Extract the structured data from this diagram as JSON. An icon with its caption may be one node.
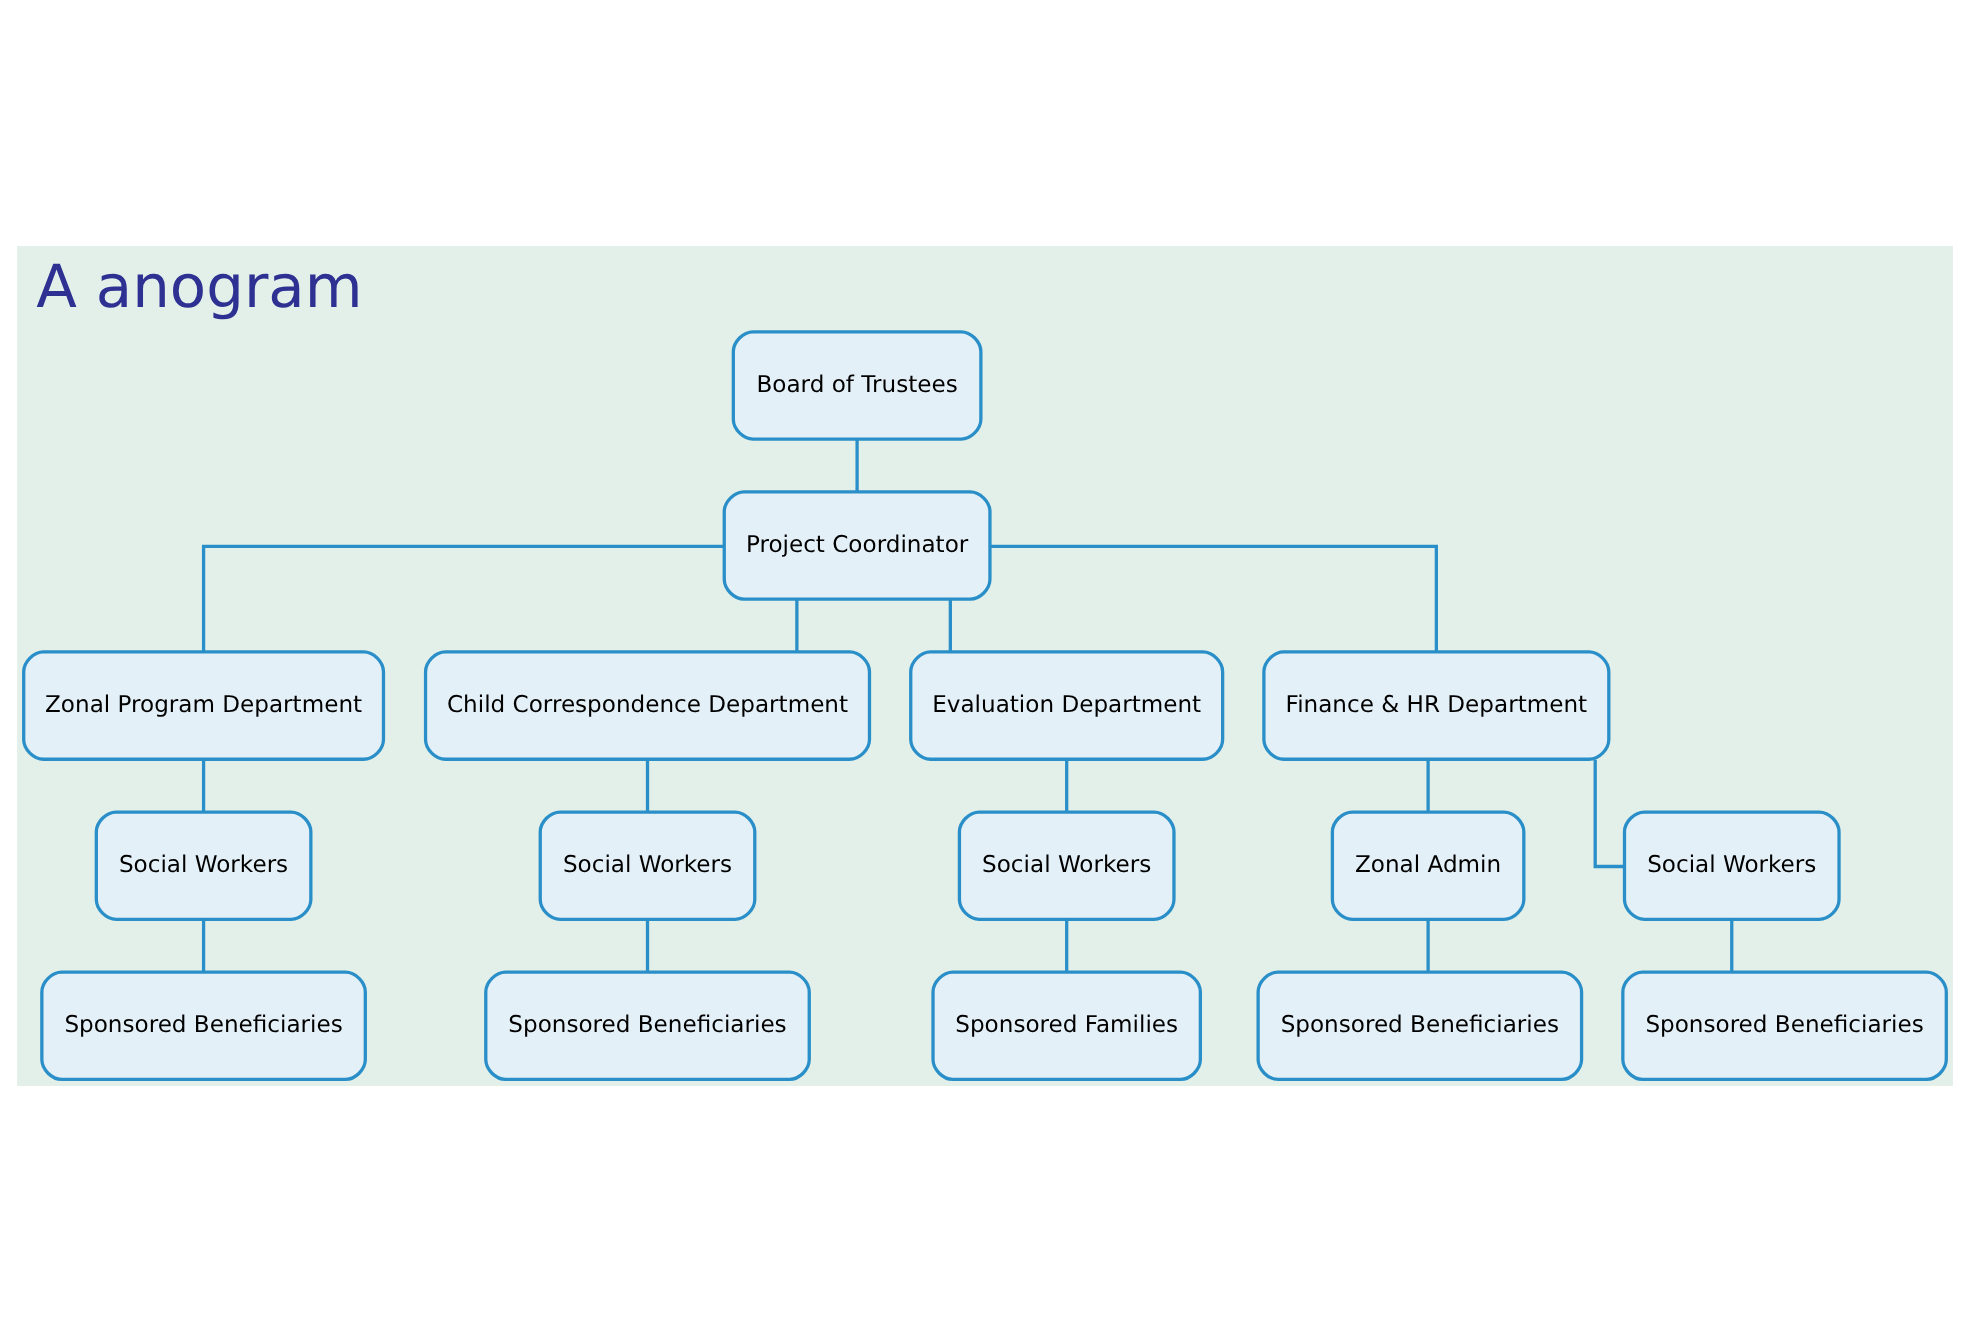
{
  "diagram": {
    "title": "A anogram",
    "nodes": [
      {
        "text": [
          "Board of Trustees"
        ]
      },
      {
        "text": [
          "Project Coordinator"
        ]
      },
      {
        "text": [
          "Zonal Program Department"
        ]
      },
      {
        "text": [
          "Child Correspondence Department"
        ]
      },
      {
        "text": [
          "Evaluation Department"
        ]
      },
      {
        "text": [
          "Finance & HR Department"
        ]
      },
      {
        "text": [
          "Social Workers"
        ]
      },
      {
        "text": [
          "Social Workers"
        ]
      },
      {
        "text": [
          "Social Workers"
        ]
      },
      {
        "text": [
          "Zonal Admin"
        ]
      },
      {
        "text": [
          "Social Workers"
        ]
      },
      {
        "text": [
          "Sponsored Beneficiaries"
        ]
      },
      {
        "text": [
          "Sponsored Beneficiaries"
        ]
      },
      {
        "text": [
          "Sponsored Families"
        ]
      },
      {
        "text": [
          "Sponsored Beneficiaries"
        ]
      },
      {
        "text": [
          "Sponsored Beneficiaries"
        ]
      }
    ],
    "edges": [
      {
        "from": 0,
        "to": 1,
        "arrow": "none"
      },
      {
        "from": 1,
        "to": 2,
        "arrow": "none"
      },
      {
        "from": 1,
        "to": 3,
        "arrow": "none"
      },
      {
        "from": 1,
        "to": 4,
        "arrow": "none"
      },
      {
        "from": 1,
        "to": 5,
        "arrow": "none"
      },
      {
        "from": 2,
        "to": 6,
        "arrow": "none"
      },
      {
        "from": 3,
        "to": 7,
        "arrow": "none"
      },
      {
        "from": 4,
        "to": 8,
        "arrow": "none"
      },
      {
        "from": 5,
        "to": 9,
        "arrow": "none"
      },
      {
        "from": 5,
        "to": 10,
        "arrow": "none"
      },
      {
        "from": 6,
        "to": 11,
        "arrow": "none"
      },
      {
        "from": 7,
        "to": 12,
        "arrow": "none"
      },
      {
        "from": 8,
        "to": 13,
        "arrow": "none"
      },
      {
        "from": 9,
        "to": 14,
        "arrow": "none"
      },
      {
        "from": 10,
        "to": 15,
        "arrow": "none"
      }
    ]
  }
}
